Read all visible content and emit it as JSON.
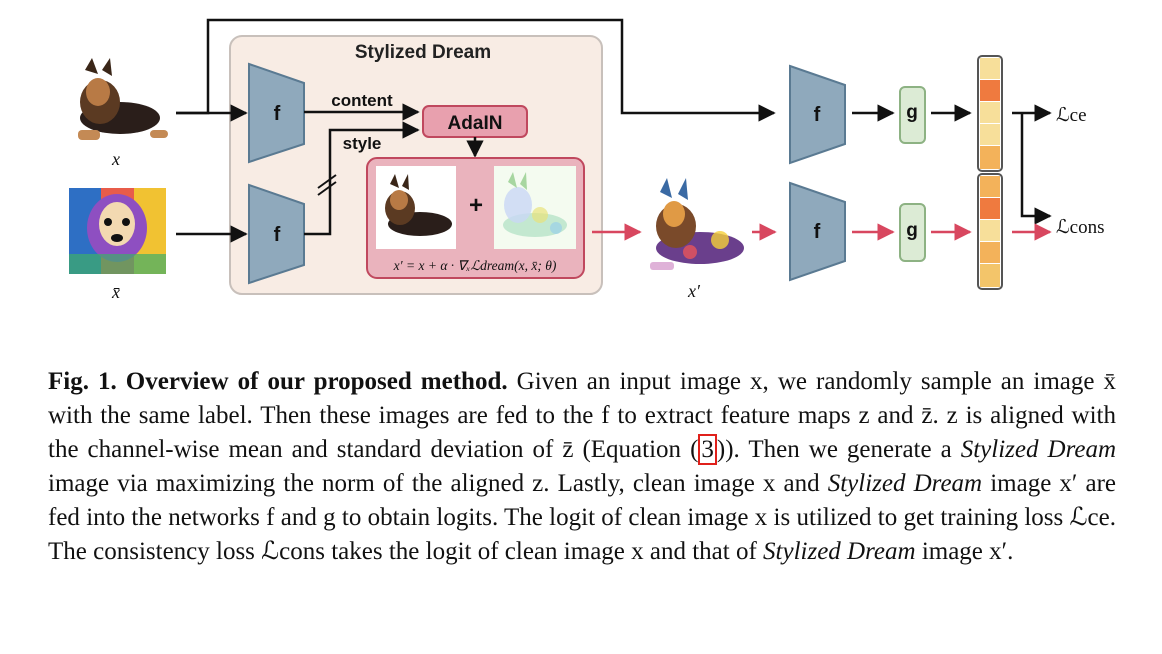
{
  "figure": {
    "stylized_dream_title": "Stylized Dream",
    "f_label": "f",
    "g_label": "g",
    "content_label": "content",
    "style_label": "style",
    "adain_label": "AdaIN",
    "plus": "+",
    "label_x": "x",
    "label_xbar": "x̄",
    "label_xprime": "x′",
    "update_formula": "x′ = x + α · ∇ₓℒdream(x, x̄; θ)",
    "loss_ce": "ℒce",
    "loss_cons": "ℒcons",
    "colors": {
      "panel_fill": "#f8ece4",
      "panel_stroke": "#c8c0bb",
      "encoder_fill": "#8fa9bc",
      "encoder_stroke": "#5a7a92",
      "adain_fill": "#e8a0ae",
      "adain_stroke": "#c0485e",
      "dream_box_fill": "#eab3bd",
      "g_fill": "#dcebd5",
      "g_stroke": "#8db283",
      "red_arrow": "#d8475f",
      "black_arrow": "#111111",
      "logit_colors_top": [
        "#f7df9a",
        "#ef7a3f",
        "#f7df9a",
        "#f7df9a",
        "#f3b25a"
      ],
      "logit_colors_bottom": [
        "#f3b25a",
        "#ef7a3f",
        "#f7df9a",
        "#f3b25a",
        "#f3c56a"
      ]
    }
  },
  "caption": {
    "fig_label": "Fig. 1. Overview of our proposed method.",
    "part1": " Given an input image x, we randomly sample an image x̄ with the same label. Then these images are fed to the f to extract feature maps z and z̄. z is aligned with the channel-wise mean and standard deviation of z̄ (Equation (",
    "eq_ref": "3",
    "part2": ")). Then we generate a ",
    "stylized_dream_1": "Stylized Dream",
    "part3": " image via maximizing the norm of the aligned z. Lastly, clean image x and ",
    "stylized_dream_2": "Stylized Dream",
    "part4": " image x′ are fed into the networks f and g to obtain logits. The logit of clean image x is utilized to get training loss ℒce. The consistency loss ℒcons takes the logit of clean image x and that of ",
    "stylized_dream_3": "Stylized Dream",
    "part5": " image x′."
  }
}
